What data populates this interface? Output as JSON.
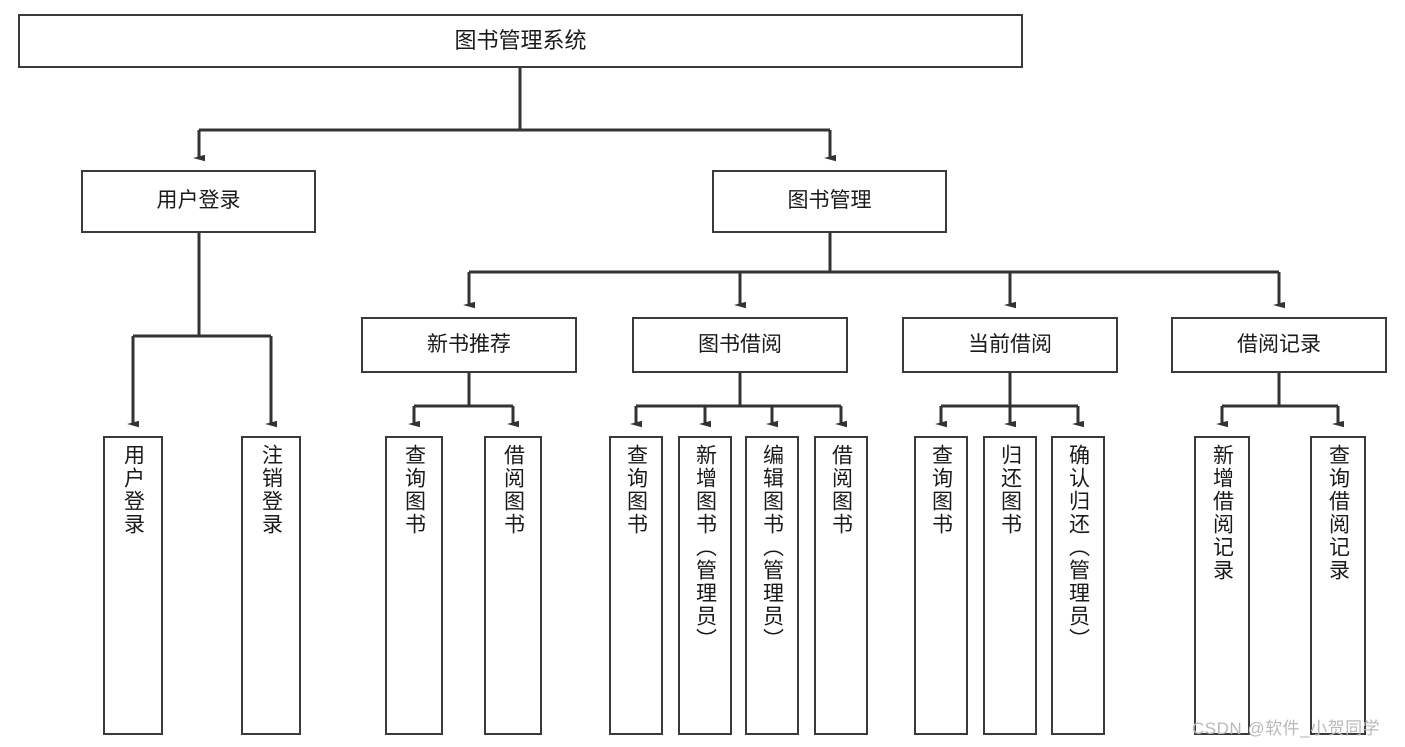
{
  "diagram": {
    "title": "图书管理系统",
    "type": "hierarchy-tree",
    "nodes": {
      "root": {
        "label": "图书管理系统"
      },
      "tier2": [
        {
          "id": "user-login",
          "label": "用户登录"
        },
        {
          "id": "book-manage",
          "label": "图书管理"
        }
      ],
      "tier3": [
        {
          "id": "new-book-recommend",
          "label": "新书推荐"
        },
        {
          "id": "book-borrow",
          "label": "图书借阅"
        },
        {
          "id": "current-borrow",
          "label": "当前借阅"
        },
        {
          "id": "borrow-record",
          "label": "借阅记录"
        }
      ],
      "leaves": {
        "user-login": [
          {
            "id": "leaf-user-login",
            "label": "用户登录"
          },
          {
            "id": "leaf-logout",
            "label": "注销登录"
          }
        ],
        "new-book-recommend": [
          {
            "id": "leaf-query-book-1",
            "label": "查询图书"
          },
          {
            "id": "leaf-borrow-book-1",
            "label": "借阅图书"
          }
        ],
        "book-borrow": [
          {
            "id": "leaf-query-book-2",
            "label": "查询图书"
          },
          {
            "id": "leaf-add-book",
            "label": "新增图书（管理员）"
          },
          {
            "id": "leaf-edit-book",
            "label": "编辑图书（管理员）"
          },
          {
            "id": "leaf-borrow-book-2",
            "label": "借阅图书"
          }
        ],
        "current-borrow": [
          {
            "id": "leaf-query-book-3",
            "label": "查询图书"
          },
          {
            "id": "leaf-return-book",
            "label": "归还图书"
          },
          {
            "id": "leaf-confirm-return",
            "label": "确认归还（管理员）"
          }
        ],
        "borrow-record": [
          {
            "id": "leaf-add-record",
            "label": "新增借阅记录"
          },
          {
            "id": "leaf-query-record",
            "label": "查询借阅记录"
          }
        ]
      }
    },
    "colors": {
      "border": "#3a3a3a",
      "edge": "#333333",
      "text": "#1a1a1a",
      "background": "#ffffff",
      "watermark": "#b9b9b9"
    }
  },
  "watermark": {
    "text": "CSDN @软件_小贺同学"
  }
}
